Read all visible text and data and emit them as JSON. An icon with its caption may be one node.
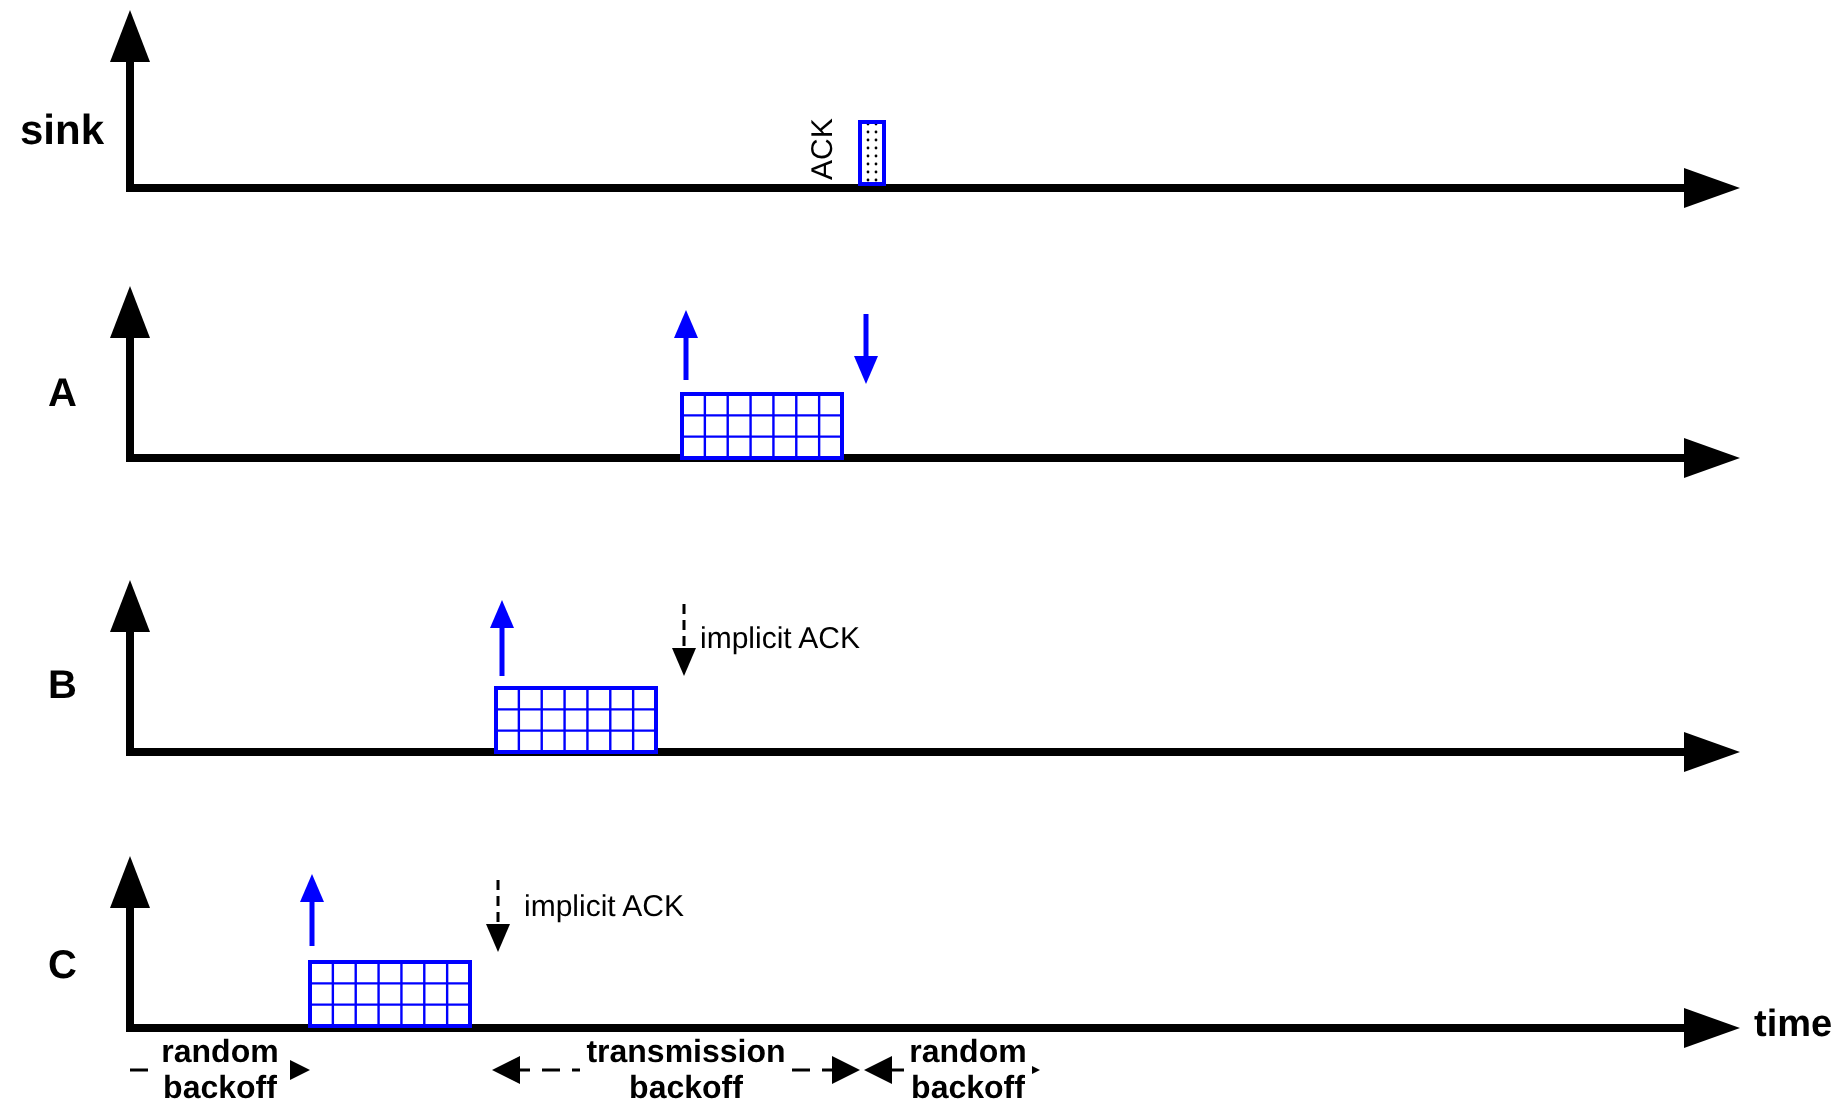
{
  "diagram": {
    "labels": [
      "sink",
      "ACK",
      "A",
      "B",
      "implicit ACK",
      "C",
      "implicit ACK",
      "time",
      "random backoff",
      "transmission backoff",
      "random backoff"
    ]
  }
}
